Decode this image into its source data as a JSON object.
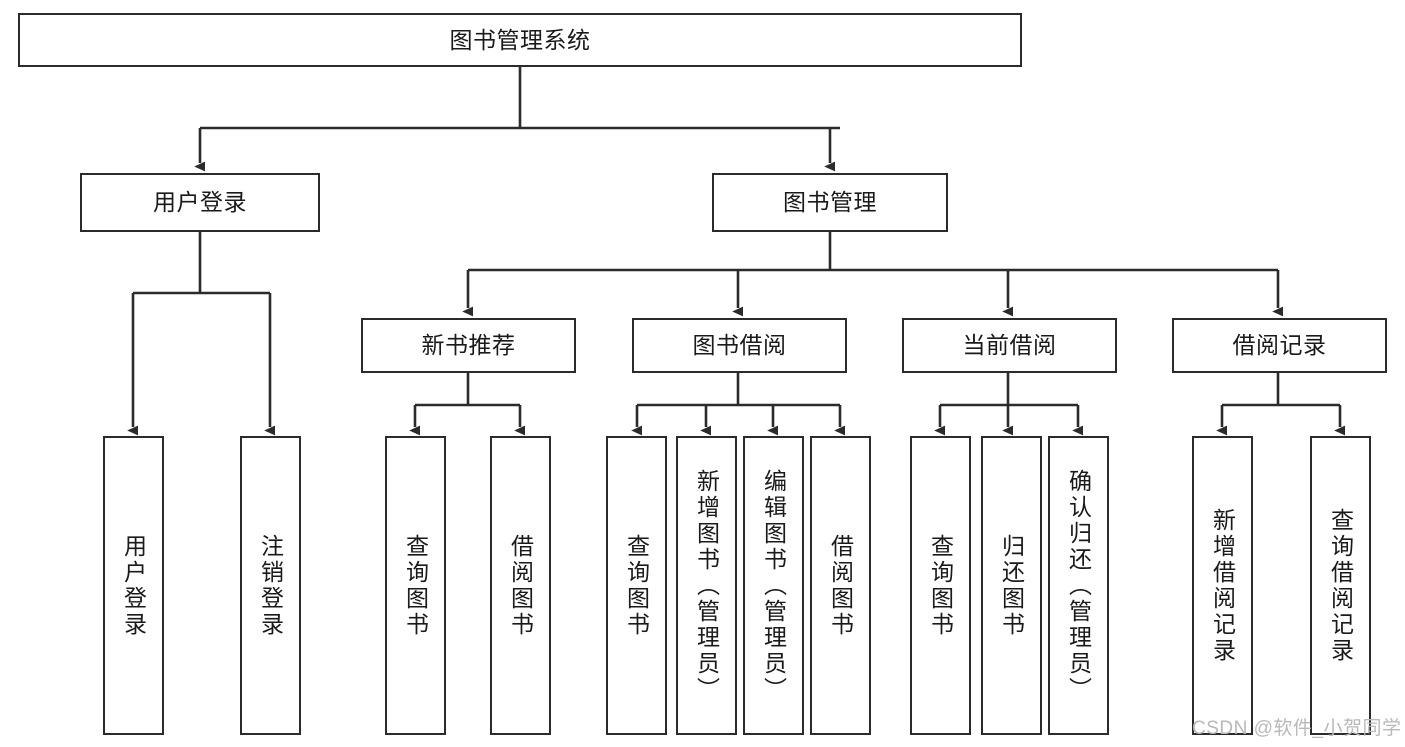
{
  "diagram": {
    "title": "图书管理系统",
    "watermark": "CSDN @软件_小贺同学",
    "style": {
      "border_color": "#2b2b2b",
      "fill_color": "#ffffff",
      "text_color": "#1a1a1a",
      "watermark_color": "#b9b9b9"
    },
    "nodes": {
      "root": {
        "label": "图书管理系统"
      },
      "level2": [
        {
          "id": "user-login",
          "label": "用户登录"
        },
        {
          "id": "book-management",
          "label": "图书管理"
        }
      ],
      "level3": [
        {
          "id": "new-book-recommend",
          "label": "新书推荐"
        },
        {
          "id": "book-borrow",
          "label": "图书借阅"
        },
        {
          "id": "current-borrow",
          "label": "当前借阅"
        },
        {
          "id": "borrow-record",
          "label": "借阅记录"
        }
      ],
      "leaves": {
        "user-login": [
          {
            "id": "leaf-user-login",
            "label": "用户登录"
          },
          {
            "id": "leaf-logout-login",
            "label": "注销登录"
          }
        ],
        "new-book-recommend": [
          {
            "id": "leaf-query-book-1",
            "label": "查询图书"
          },
          {
            "id": "leaf-borrow-book-1",
            "label": "借阅图书"
          }
        ],
        "book-borrow": [
          {
            "id": "leaf-query-book-2",
            "label": "查询图书"
          },
          {
            "id": "leaf-add-book-admin",
            "label": "新增图书（管理员）"
          },
          {
            "id": "leaf-edit-book-admin",
            "label": "编辑图书（管理员）"
          },
          {
            "id": "leaf-borrow-book-2",
            "label": "借阅图书"
          }
        ],
        "current-borrow": [
          {
            "id": "leaf-query-book-3",
            "label": "查询图书"
          },
          {
            "id": "leaf-return-book",
            "label": "归还图书"
          },
          {
            "id": "leaf-confirm-return-admin",
            "label": "确认归还（管理员）"
          }
        ],
        "borrow-record": [
          {
            "id": "leaf-add-borrow-record",
            "label": "新增借阅记录"
          },
          {
            "id": "leaf-query-borrow-record",
            "label": "查询借阅记录"
          }
        ]
      }
    }
  }
}
